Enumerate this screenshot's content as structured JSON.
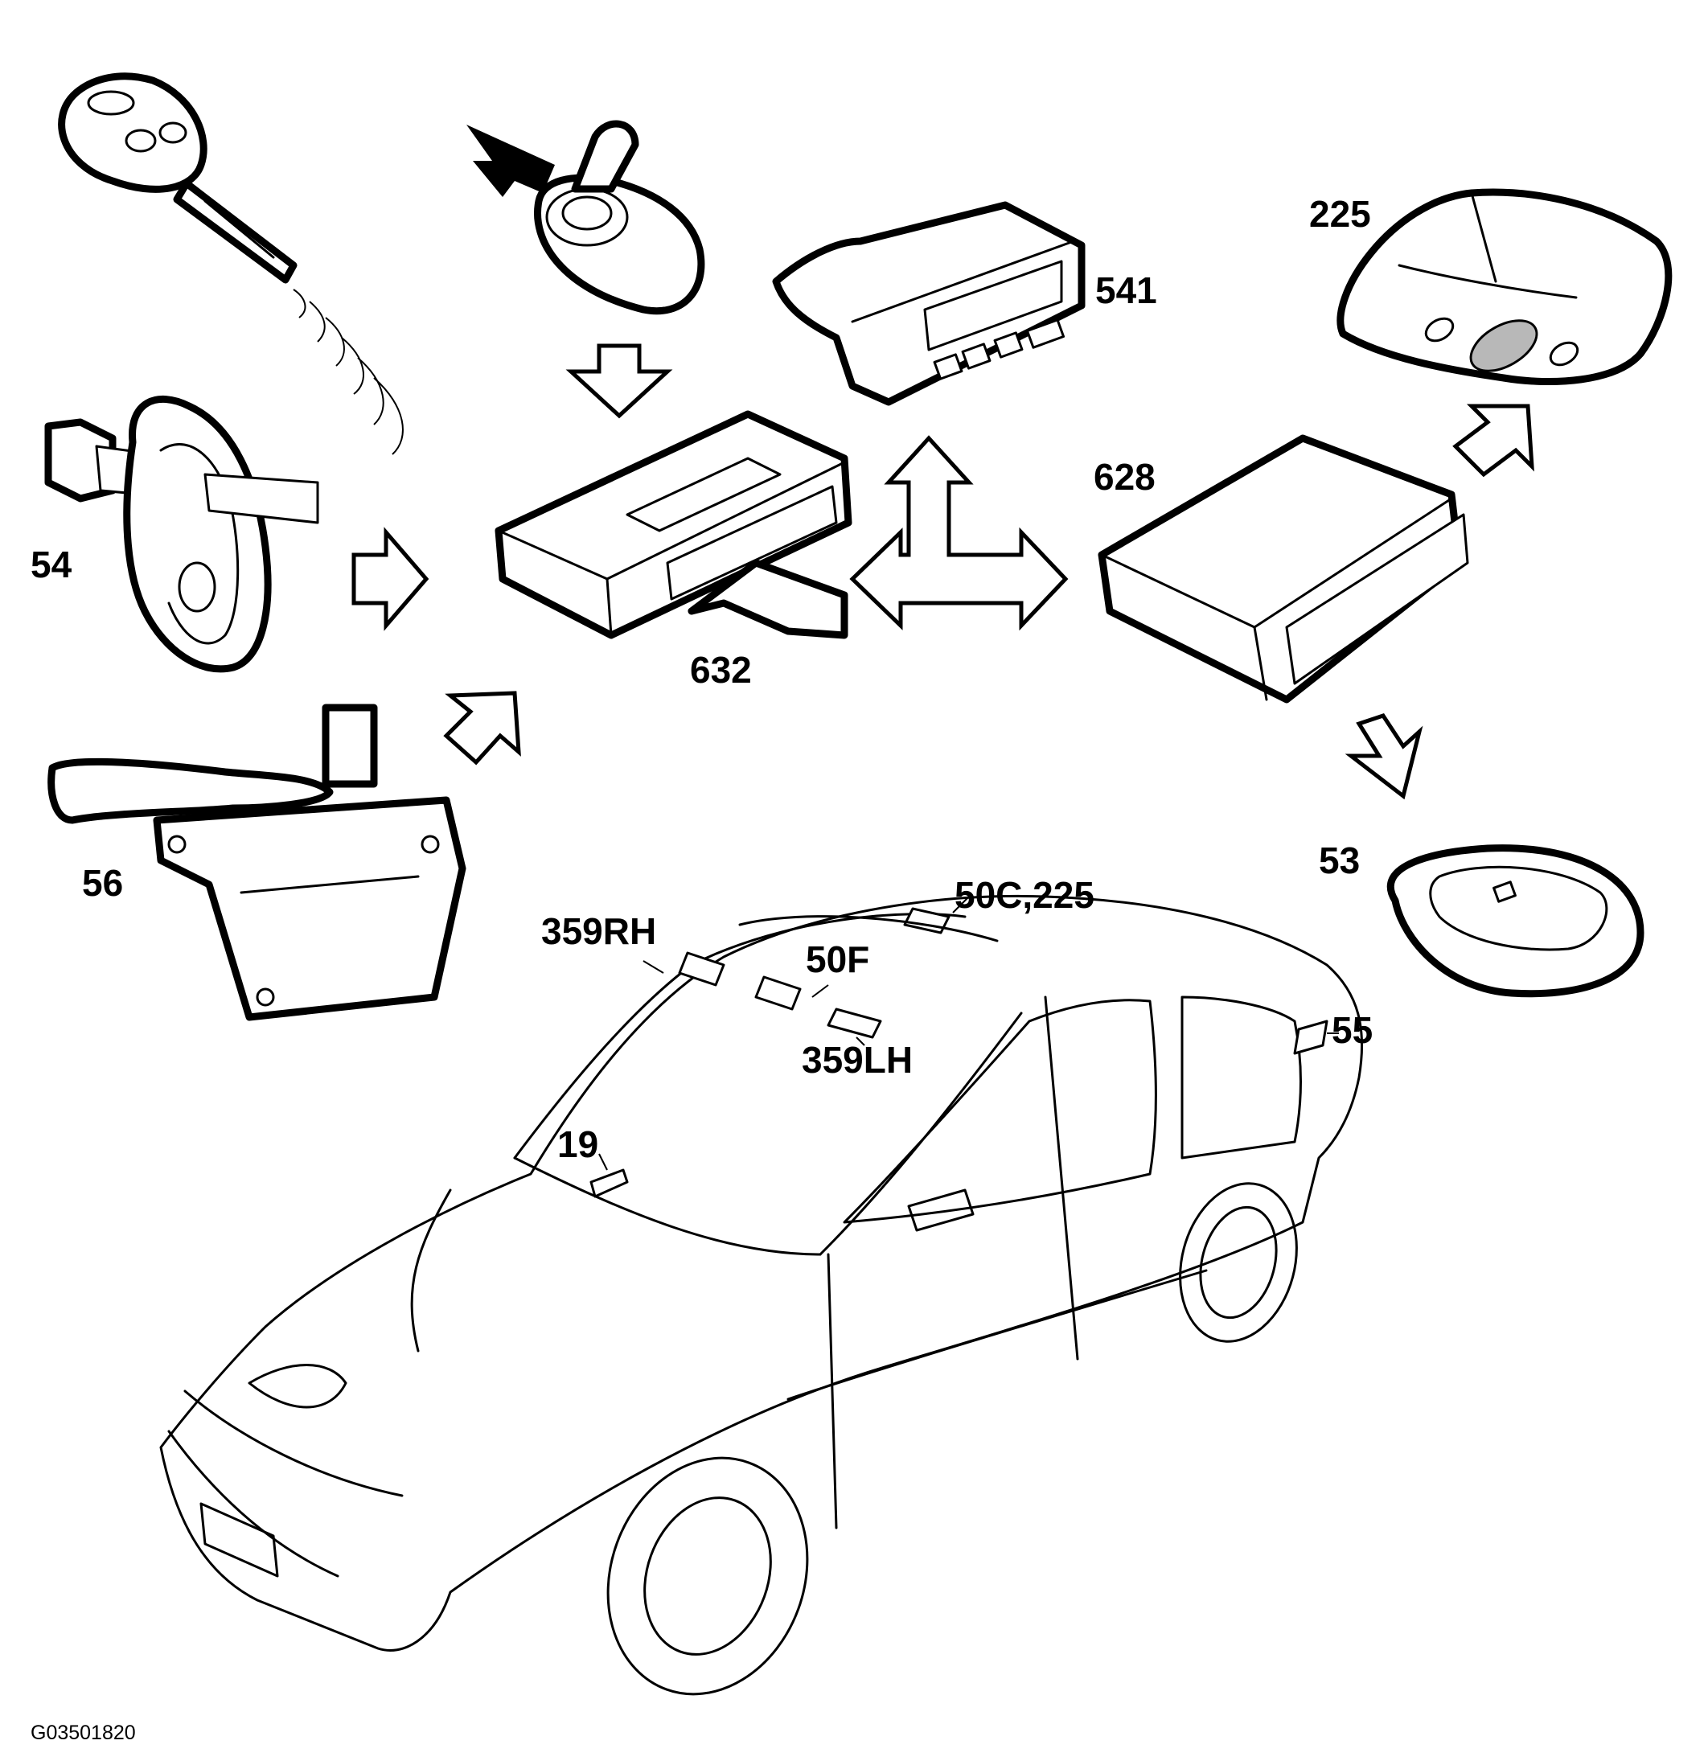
{
  "callouts": {
    "c225_top": "225",
    "c541": "541",
    "c54": "54",
    "c628": "628",
    "c632": "632",
    "c56": "56",
    "c53": "53",
    "c50c225": "50C,225",
    "c359rh": "359RH",
    "c50f": "50F",
    "c359lh": "359LH",
    "c55": "55",
    "c19": "19"
  },
  "figure_code": "G03501820"
}
